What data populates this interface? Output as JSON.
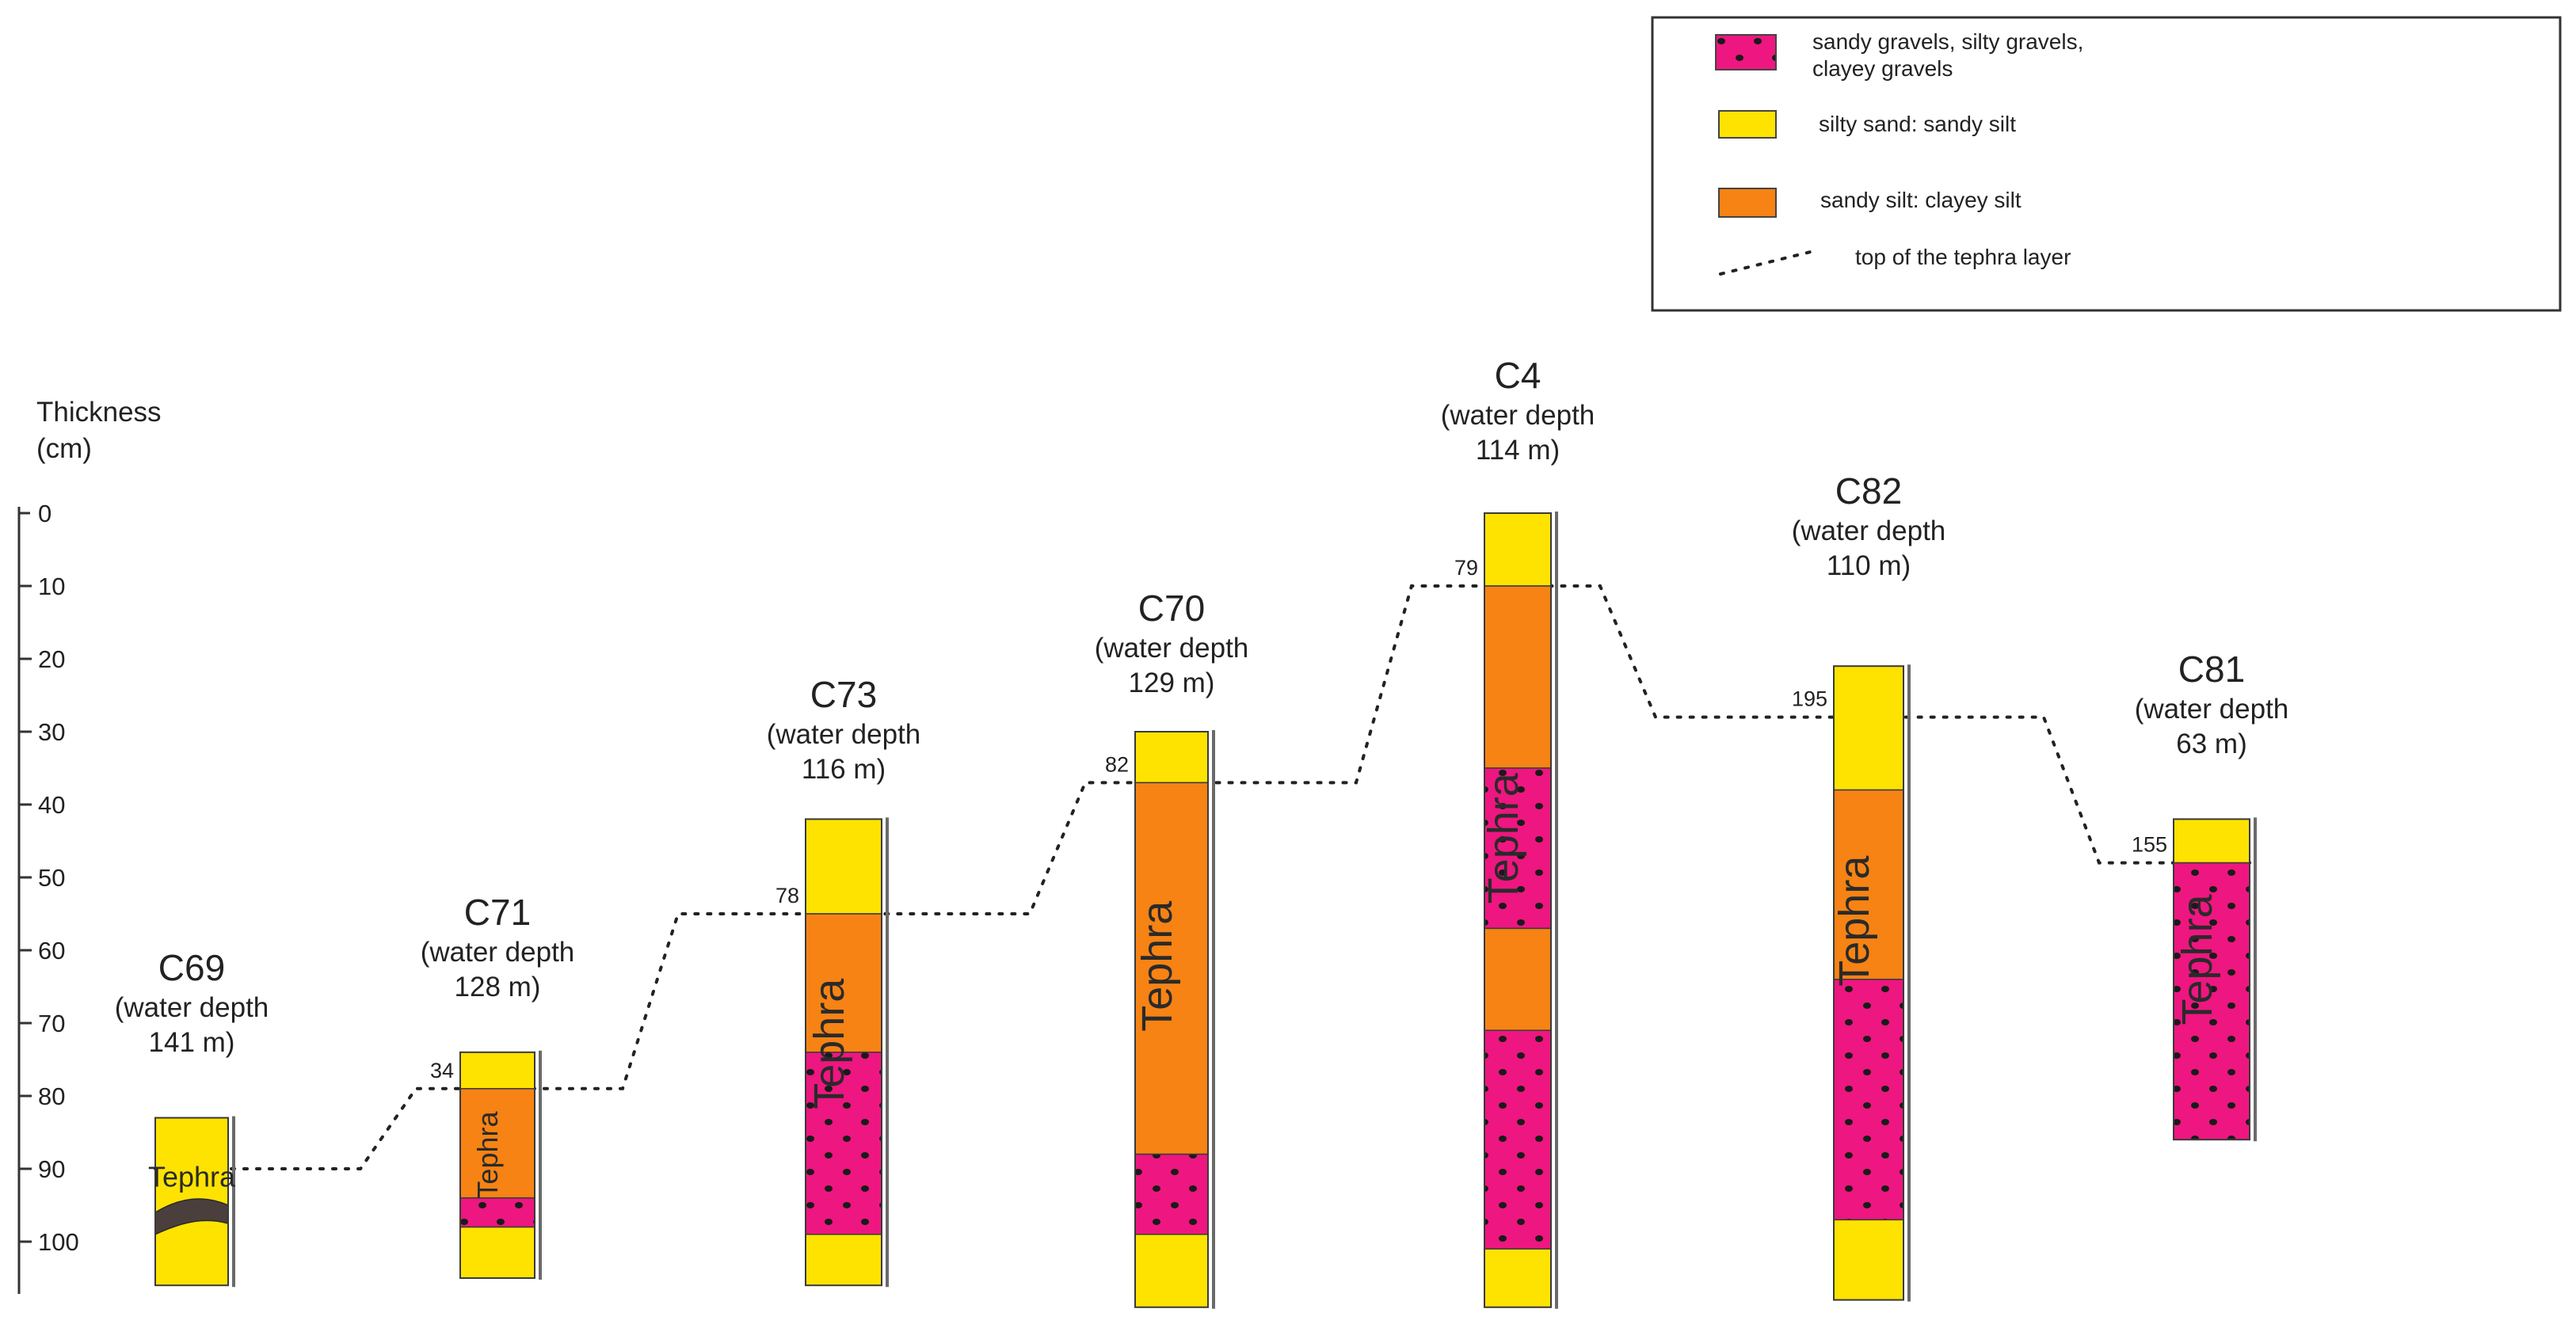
{
  "legend": {
    "items": [
      {
        "id": "gravel",
        "label_lines": [
          "sandy gravels, silty gravels,",
          "clayey gravels"
        ],
        "color": "#ee1680"
      },
      {
        "id": "silty_sand",
        "label_lines": [
          "silty sand: sandy silt"
        ],
        "color": "#fee301"
      },
      {
        "id": "sandy_silt",
        "label_lines": [
          "sandy silt: clayey silt"
        ],
        "color": "#f68314"
      },
      {
        "id": "tephra_top",
        "label_lines": [
          "top of the tephra layer"
        ],
        "color": "#222222"
      }
    ]
  },
  "axis": {
    "title_lines": [
      "Thickness",
      "(cm)"
    ],
    "ticks": [
      "0",
      "10",
      "20",
      "30",
      "40",
      "50",
      "60",
      "70",
      "80",
      "90",
      "100"
    ]
  },
  "colors": {
    "gravel": "#ee1680",
    "silty_sand": "#fee301",
    "sandy_silt": "#f68314",
    "ash": "#4a3f3c",
    "line": "#222222"
  },
  "cores": [
    {
      "id": "C69",
      "name": "C69",
      "sub_lines": [
        "(water depth",
        "141 m)"
      ],
      "top_cm": 83,
      "bottom_cm": 106,
      "marker_label": "",
      "tephra_top_cm": 90,
      "tephra_label": "Tephra",
      "layers": [
        {
          "from": 83,
          "to": 106,
          "type": "silty_sand"
        }
      ]
    },
    {
      "id": "C71",
      "name": "C71",
      "sub_lines": [
        "(water depth",
        "128 m)"
      ],
      "top_cm": 74,
      "bottom_cm": 105,
      "marker_label": "34",
      "tephra_top_cm": 79,
      "tephra_label": "Tephra",
      "layers": [
        {
          "from": 74,
          "to": 79,
          "type": "silty_sand"
        },
        {
          "from": 79,
          "to": 94,
          "type": "sandy_silt"
        },
        {
          "from": 94,
          "to": 98,
          "type": "gravel"
        },
        {
          "from": 98,
          "to": 105,
          "type": "silty_sand"
        }
      ]
    },
    {
      "id": "C73",
      "name": "C73",
      "sub_lines": [
        "(water depth",
        "116 m)"
      ],
      "top_cm": 42,
      "bottom_cm": 106,
      "marker_label": "78",
      "tephra_top_cm": 55,
      "tephra_label": "Tephra",
      "layers": [
        {
          "from": 42,
          "to": 55,
          "type": "silty_sand"
        },
        {
          "from": 55,
          "to": 74,
          "type": "sandy_silt"
        },
        {
          "from": 74,
          "to": 99,
          "type": "gravel"
        },
        {
          "from": 99,
          "to": 106,
          "type": "silty_sand"
        }
      ]
    },
    {
      "id": "C70",
      "name": "C70",
      "sub_lines": [
        "(water depth",
        "129 m)"
      ],
      "top_cm": 30,
      "bottom_cm": 109,
      "marker_label": "82",
      "tephra_top_cm": 37,
      "tephra_label": "Tephra",
      "layers": [
        {
          "from": 30,
          "to": 37,
          "type": "silty_sand"
        },
        {
          "from": 37,
          "to": 88,
          "type": "sandy_silt"
        },
        {
          "from": 88,
          "to": 99,
          "type": "gravel"
        },
        {
          "from": 99,
          "to": 109,
          "type": "silty_sand"
        }
      ]
    },
    {
      "id": "C4",
      "name": "C4",
      "sub_lines": [
        "(water depth",
        "114 m)"
      ],
      "top_cm": 0,
      "bottom_cm": 109,
      "marker_label": "79",
      "tephra_top_cm": 10,
      "tephra_label": "Tephra",
      "layers": [
        {
          "from": 0,
          "to": 10,
          "type": "silty_sand"
        },
        {
          "from": 10,
          "to": 35,
          "type": "sandy_silt"
        },
        {
          "from": 35,
          "to": 57,
          "type": "gravel"
        },
        {
          "from": 57,
          "to": 71,
          "type": "sandy_silt"
        },
        {
          "from": 71,
          "to": 101,
          "type": "gravel"
        },
        {
          "from": 101,
          "to": 109,
          "type": "silty_sand"
        }
      ]
    },
    {
      "id": "C82",
      "name": "C82",
      "sub_lines": [
        "(water depth",
        "110 m)"
      ],
      "top_cm": 21,
      "bottom_cm": 108,
      "marker_label": "195",
      "tephra_top_cm": 28,
      "tephra_label": "Tephra",
      "layers": [
        {
          "from": 21,
          "to": 38,
          "type": "silty_sand"
        },
        {
          "from": 38,
          "to": 64,
          "type": "sandy_silt"
        },
        {
          "from": 64,
          "to": 97,
          "type": "gravel"
        },
        {
          "from": 97,
          "to": 108,
          "type": "silty_sand"
        }
      ]
    },
    {
      "id": "C81",
      "name": "C81",
      "sub_lines": [
        "(water depth",
        "63 m)"
      ],
      "top_cm": 42,
      "bottom_cm": 86,
      "marker_label": "155",
      "tephra_top_cm": 48,
      "tephra_label": "Tephra",
      "layers": [
        {
          "from": 42,
          "to": 48,
          "type": "silty_sand"
        },
        {
          "from": 48,
          "to": 86,
          "type": "gravel"
        }
      ]
    }
  ]
}
